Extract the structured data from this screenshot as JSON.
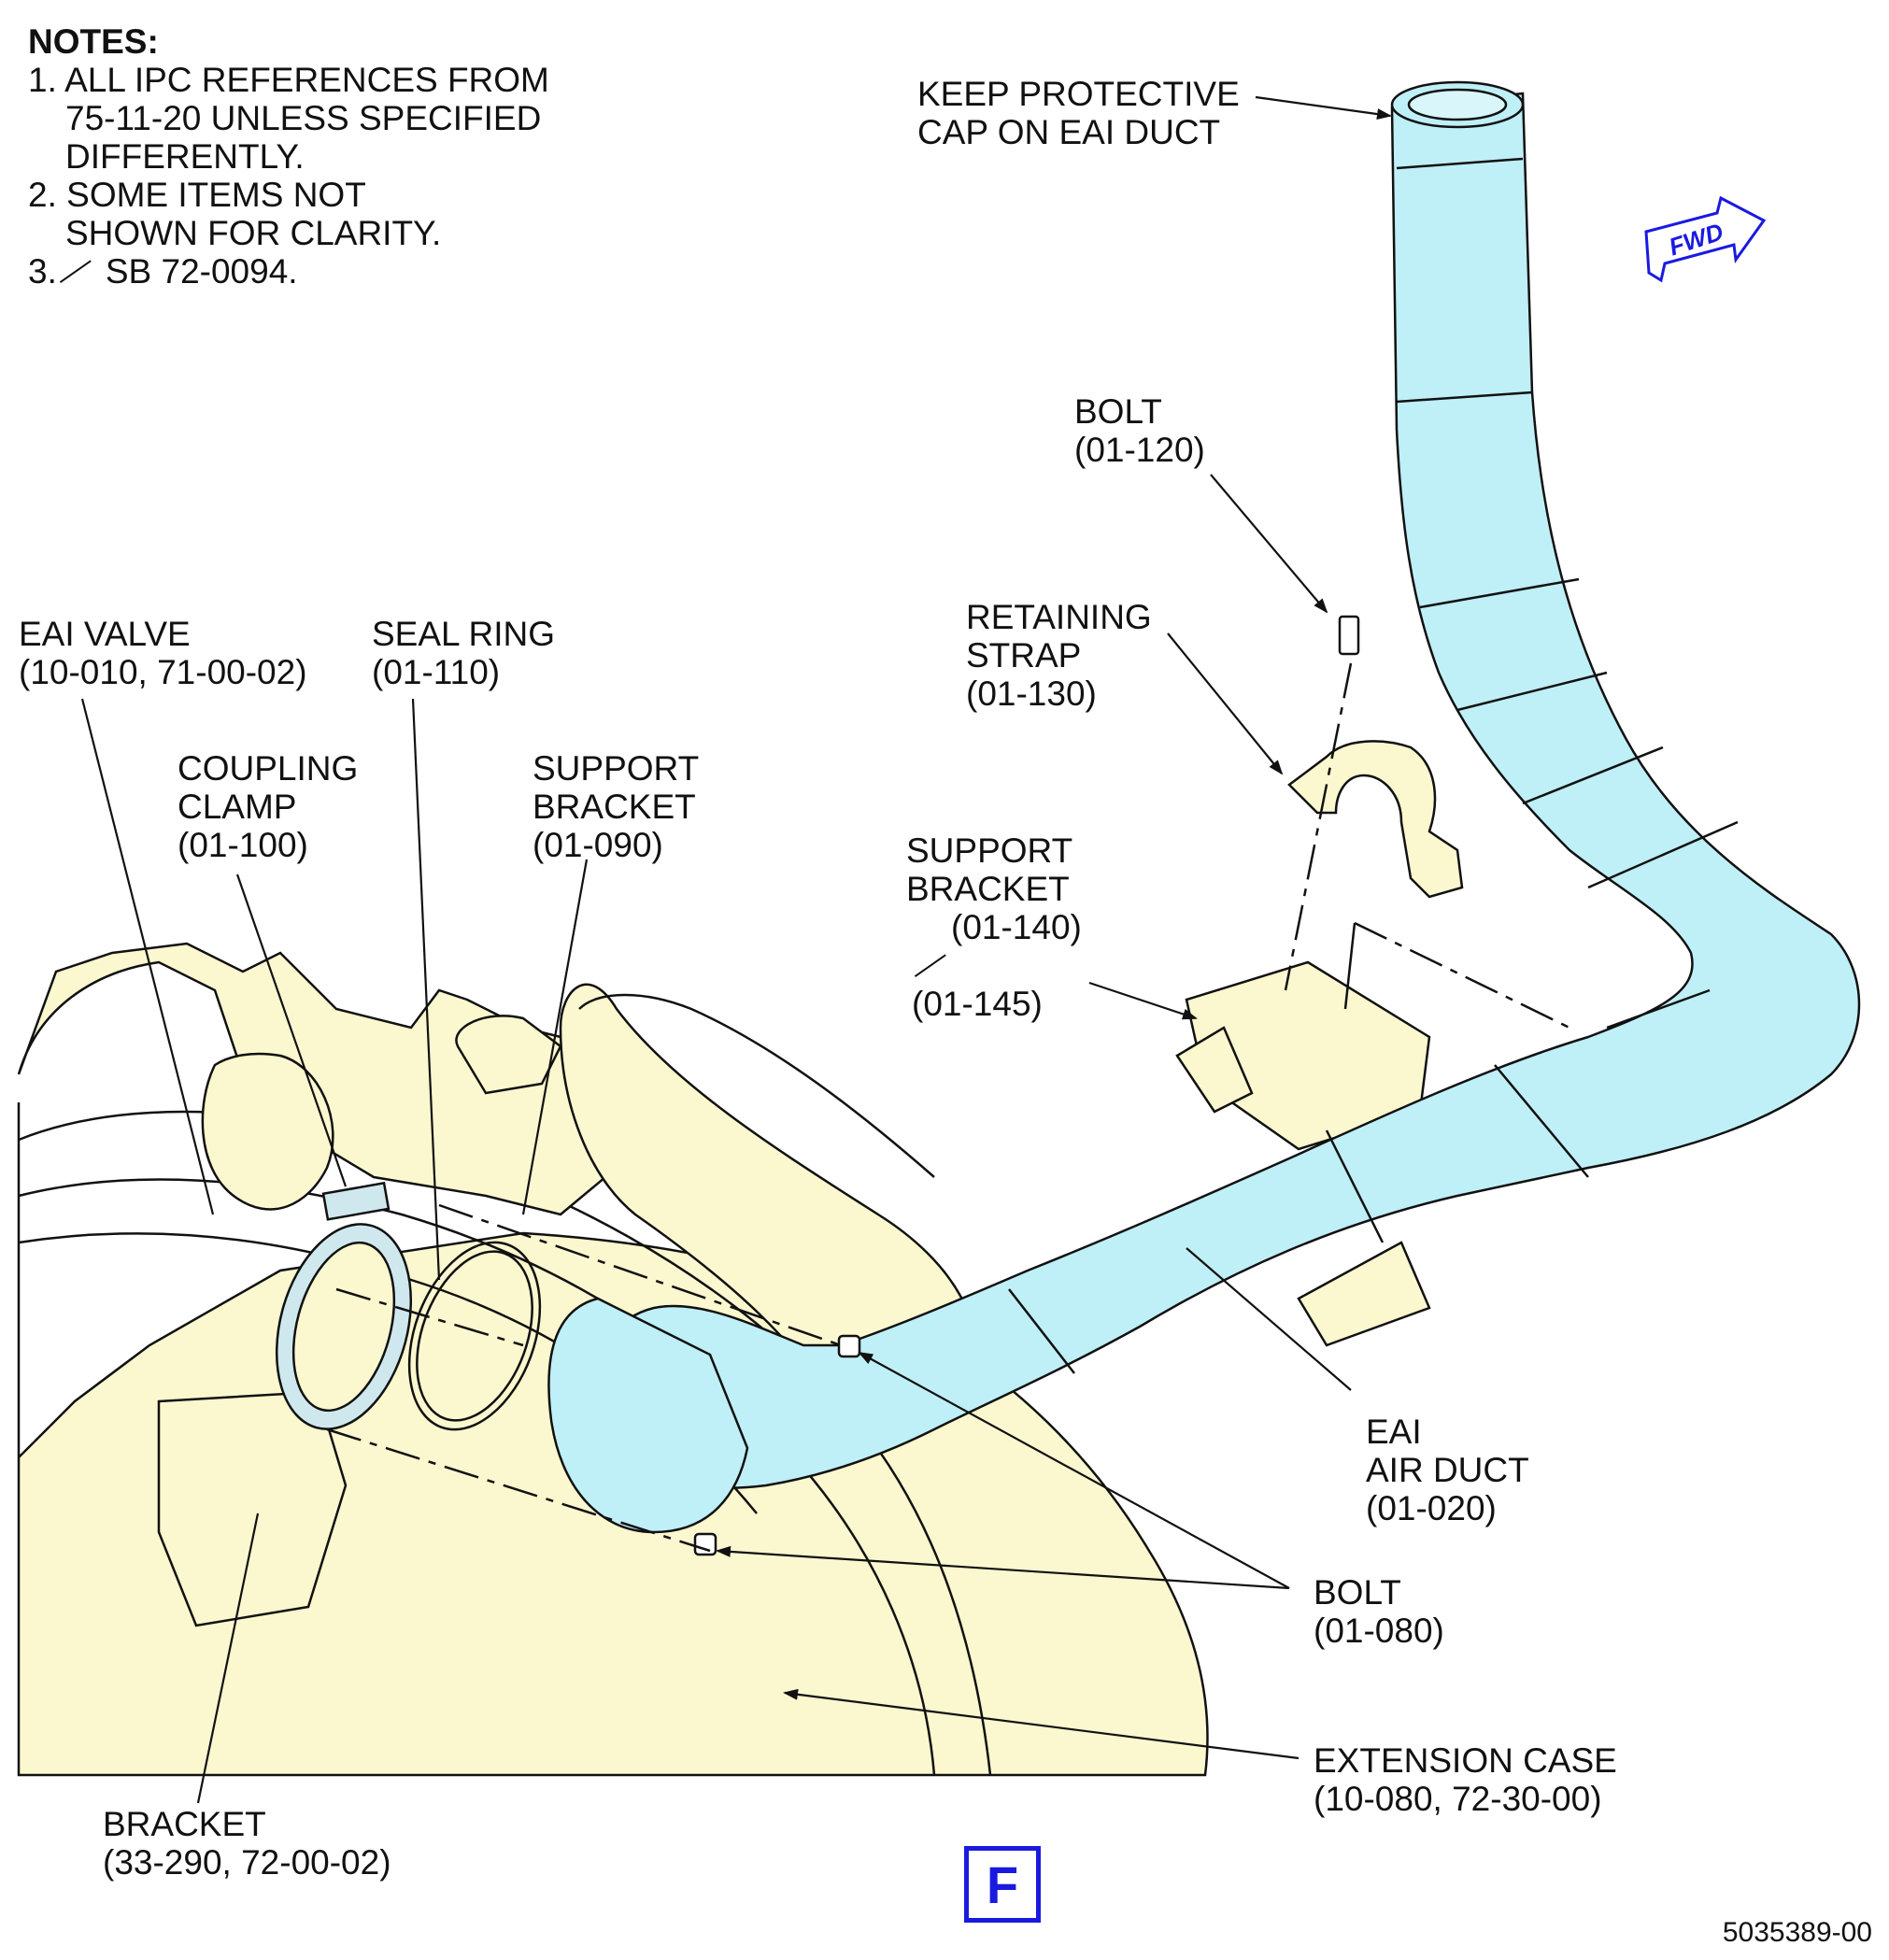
{
  "notes": {
    "heading": "NOTES:",
    "n1_a": "1. ALL IPC REFERENCES FROM",
    "n1_b": "75-11-20 UNLESS SPECIFIED",
    "n1_c": "DIFFERENTLY.",
    "n2_a": "2. SOME ITEMS NOT",
    "n2_b": "SHOWN FOR CLARITY.",
    "n3_prefix": "3.",
    "n3_text": "SB 72-0094."
  },
  "labels": {
    "keep_cap_1": "KEEP PROTECTIVE",
    "keep_cap_2": "CAP ON EAI DUCT",
    "fwd": "FWD",
    "bolt120_1": "BOLT",
    "bolt120_2": "(01-120)",
    "strap_1": "RETAINING",
    "strap_2": "STRAP",
    "strap_3": "(01-130)",
    "bracket140_1": "SUPPORT",
    "bracket140_2": "BRACKET",
    "bracket140_3": "(01-140)",
    "bracket140_4": "(01-145)",
    "valve_1": "EAI VALVE",
    "valve_2": "(10-010, 71-00-02)",
    "seal_1": "SEAL RING",
    "seal_2": "(01-110)",
    "clamp_1": "COUPLING",
    "clamp_2": "CLAMP",
    "clamp_3": "(01-100)",
    "bracket090_1": "SUPPORT",
    "bracket090_2": "BRACKET",
    "bracket090_3": "(01-090)",
    "duct_1": "EAI",
    "duct_2": "AIR DUCT",
    "duct_3": "(01-020)",
    "bolt080_1": "BOLT",
    "bolt080_2": "(01-080)",
    "case_1": "EXTENSION CASE",
    "case_2": "(10-080, 72-30-00)",
    "bracket290_1": "BRACKET",
    "bracket290_2": "(33-290, 72-00-02)"
  },
  "view_letter": "F",
  "figure_number": "5035389-00",
  "colors": {
    "duct_fill": "#bfeff7",
    "engine_fill": "#fbf7cf",
    "accent_blue": "#1a1adf",
    "line": "#111111"
  }
}
